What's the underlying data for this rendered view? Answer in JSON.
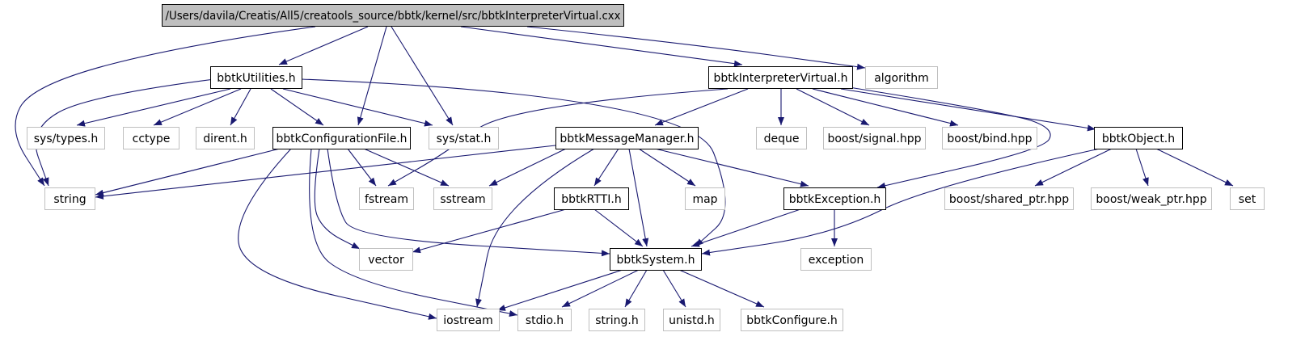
{
  "colors": {
    "edge": "#191970",
    "root_fill": "#bfbfbf",
    "root_border": "#000000",
    "local_border": "#000000",
    "system_border": "#bfbfbf",
    "text": "#000000"
  },
  "nodes": [
    {
      "id": "root",
      "label": "/Users/davila/Creatis/All5/creatools_source/bbtk/kernel/src/bbtkInterpreterVirtual.cxx",
      "kind": "root"
    },
    {
      "id": "utilities",
      "label": "bbtkUtilities.h",
      "kind": "local"
    },
    {
      "id": "interpreter",
      "label": "bbtkInterpreterVirtual.h",
      "kind": "local"
    },
    {
      "id": "algorithm",
      "label": "algorithm",
      "kind": "system"
    },
    {
      "id": "systypes",
      "label": "sys/types.h",
      "kind": "system"
    },
    {
      "id": "cctype",
      "label": "cctype",
      "kind": "system"
    },
    {
      "id": "dirent",
      "label": "dirent.h",
      "kind": "system"
    },
    {
      "id": "configfile",
      "label": "bbtkConfigurationFile.h",
      "kind": "local"
    },
    {
      "id": "sysstat",
      "label": "sys/stat.h",
      "kind": "system"
    },
    {
      "id": "msgmgr",
      "label": "bbtkMessageManager.h",
      "kind": "local"
    },
    {
      "id": "deque",
      "label": "deque",
      "kind": "system"
    },
    {
      "id": "signal",
      "label": "boost/signal.hpp",
      "kind": "system"
    },
    {
      "id": "bind",
      "label": "boost/bind.hpp",
      "kind": "system"
    },
    {
      "id": "object",
      "label": "bbtkObject.h",
      "kind": "local"
    },
    {
      "id": "string",
      "label": "string",
      "kind": "system"
    },
    {
      "id": "fstream",
      "label": "fstream",
      "kind": "system"
    },
    {
      "id": "sstream",
      "label": "sstream",
      "kind": "system"
    },
    {
      "id": "rtti",
      "label": "bbtkRTTI.h",
      "kind": "local"
    },
    {
      "id": "map",
      "label": "map",
      "kind": "system"
    },
    {
      "id": "exceptionh",
      "label": "bbtkException.h",
      "kind": "local"
    },
    {
      "id": "sharedptr",
      "label": "boost/shared_ptr.hpp",
      "kind": "system"
    },
    {
      "id": "weakptr",
      "label": "boost/weak_ptr.hpp",
      "kind": "system"
    },
    {
      "id": "set",
      "label": "set",
      "kind": "system"
    },
    {
      "id": "vector",
      "label": "vector",
      "kind": "system"
    },
    {
      "id": "system",
      "label": "bbtkSystem.h",
      "kind": "local"
    },
    {
      "id": "exception",
      "label": "exception",
      "kind": "system"
    },
    {
      "id": "iostream",
      "label": "iostream",
      "kind": "system"
    },
    {
      "id": "stdio",
      "label": "stdio.h",
      "kind": "system"
    },
    {
      "id": "stringh",
      "label": "string.h",
      "kind": "system"
    },
    {
      "id": "unistd",
      "label": "unistd.h",
      "kind": "system"
    },
    {
      "id": "configure",
      "label": "bbtkConfigure.h",
      "kind": "system"
    }
  ],
  "edges": [
    [
      "root",
      "string"
    ],
    [
      "root",
      "utilities"
    ],
    [
      "root",
      "configfile"
    ],
    [
      "root",
      "sysstat"
    ],
    [
      "root",
      "interpreter"
    ],
    [
      "root",
      "algorithm"
    ],
    [
      "utilities",
      "string"
    ],
    [
      "utilities",
      "systypes"
    ],
    [
      "utilities",
      "cctype"
    ],
    [
      "utilities",
      "dirent"
    ],
    [
      "utilities",
      "configfile"
    ],
    [
      "utilities",
      "sysstat"
    ],
    [
      "utilities",
      "system"
    ],
    [
      "interpreter",
      "fstream"
    ],
    [
      "interpreter",
      "msgmgr"
    ],
    [
      "interpreter",
      "deque"
    ],
    [
      "interpreter",
      "signal"
    ],
    [
      "interpreter",
      "bind"
    ],
    [
      "interpreter",
      "object"
    ],
    [
      "interpreter",
      "exceptionh"
    ],
    [
      "configfile",
      "string"
    ],
    [
      "configfile",
      "fstream"
    ],
    [
      "configfile",
      "sstream"
    ],
    [
      "configfile",
      "vector"
    ],
    [
      "configfile",
      "system"
    ],
    [
      "configfile",
      "iostream"
    ],
    [
      "configfile",
      "stdio"
    ],
    [
      "msgmgr",
      "string"
    ],
    [
      "msgmgr",
      "sstream"
    ],
    [
      "msgmgr",
      "rtti"
    ],
    [
      "msgmgr",
      "map"
    ],
    [
      "msgmgr",
      "exceptionh"
    ],
    [
      "msgmgr",
      "system"
    ],
    [
      "msgmgr",
      "iostream"
    ],
    [
      "object",
      "sharedptr"
    ],
    [
      "object",
      "weakptr"
    ],
    [
      "object",
      "set"
    ],
    [
      "object",
      "system"
    ],
    [
      "rtti",
      "vector"
    ],
    [
      "rtti",
      "system"
    ],
    [
      "exceptionh",
      "system"
    ],
    [
      "exceptionh",
      "exception"
    ],
    [
      "system",
      "iostream"
    ],
    [
      "system",
      "stdio"
    ],
    [
      "system",
      "stringh"
    ],
    [
      "system",
      "unistd"
    ],
    [
      "system",
      "configure"
    ]
  ]
}
